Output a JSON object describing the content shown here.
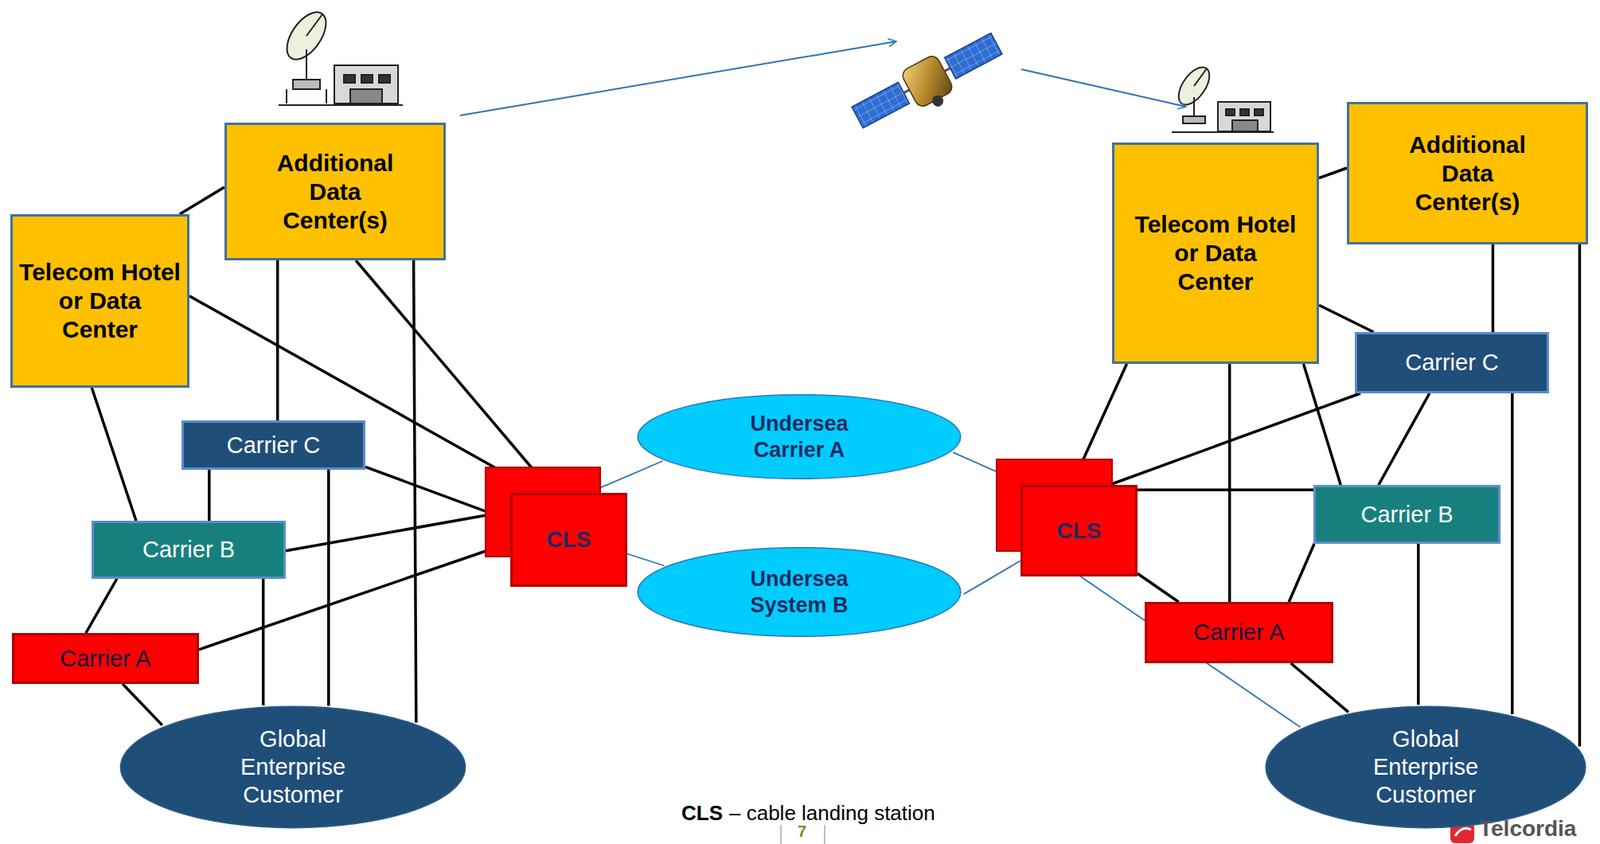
{
  "diagram": {
    "nodes": [
      {
        "text": [
          "Additional Data Center(s)"
        ]
      },
      {
        "text": [
          "Telecom Hotel or Data Center"
        ]
      },
      {
        "text": [
          "Carrier C"
        ]
      },
      {
        "text": [
          "Carrier B"
        ]
      },
      {
        "text": [
          "Carrier A"
        ]
      },
      {
        "text": [
          "Global Enterprise Customer"
        ]
      },
      {
        "text": [
          "CLS"
        ]
      },
      {
        "text": [
          "Undersea Carrier A"
        ]
      },
      {
        "text": [
          "Undersea System B"
        ]
      },
      {
        "text": [
          "Telecom Hotel or Data Center"
        ]
      },
      {
        "text": [
          "Additional Data Center(s)"
        ]
      },
      {
        "text": [
          "CLS"
        ]
      },
      {
        "text": [
          "Carrier C"
        ]
      },
      {
        "text": [
          "Carrier B"
        ]
      },
      {
        "text": [
          "Carrier A"
        ]
      },
      {
        "text": [
          "Global Enterprise Customer"
        ]
      }
    ],
    "edges": [
      {
        "from": 0,
        "to": 1,
        "arrow": "none"
      },
      {
        "from": 1,
        "to": 3,
        "arrow": "none"
      },
      {
        "from": 1,
        "to": 6,
        "arrow": "none"
      },
      {
        "from": 0,
        "to": 2,
        "arrow": "none"
      },
      {
        "from": 0,
        "to": 6,
        "arrow": "none"
      },
      {
        "from": 0,
        "to": 5,
        "arrow": "none"
      },
      {
        "from": 2,
        "to": 6,
        "arrow": "none"
      },
      {
        "from": 2,
        "to": 3,
        "arrow": "none"
      },
      {
        "from": 2,
        "to": 5,
        "arrow": "none"
      },
      {
        "from": 3,
        "to": 6,
        "arrow": "none"
      },
      {
        "from": 3,
        "to": 4,
        "arrow": "none"
      },
      {
        "from": 3,
        "to": 5,
        "arrow": "none"
      },
      {
        "from": 4,
        "to": 6,
        "arrow": "none"
      },
      {
        "from": 4,
        "to": 5,
        "arrow": "none"
      },
      {
        "from": 6,
        "to": 7,
        "arrow": "none"
      },
      {
        "from": 6,
        "to": 8,
        "arrow": "none"
      },
      {
        "from": 7,
        "to": 11,
        "arrow": "none"
      },
      {
        "from": 8,
        "to": 11,
        "arrow": "none"
      },
      {
        "from": 9,
        "to": 10,
        "arrow": "none"
      },
      {
        "from": 9,
        "to": 11,
        "arrow": "none"
      },
      {
        "from": 9,
        "to": 14,
        "arrow": "none"
      },
      {
        "from": 9,
        "to": 13,
        "arrow": "none"
      },
      {
        "from": 9,
        "to": 12,
        "arrow": "none"
      },
      {
        "from": 10,
        "to": 12,
        "arrow": "none"
      },
      {
        "from": 10,
        "to": 15,
        "arrow": "none"
      },
      {
        "from": 11,
        "to": 12,
        "arrow": "none"
      },
      {
        "from": 11,
        "to": 13,
        "arrow": "none"
      },
      {
        "from": 11,
        "to": 14,
        "arrow": "none"
      },
      {
        "from": 12,
        "to": 13,
        "arrow": "none"
      },
      {
        "from": 12,
        "to": 15,
        "arrow": "none"
      },
      {
        "from": 13,
        "to": 14,
        "arrow": "none"
      },
      {
        "from": 13,
        "to": 15,
        "arrow": "none"
      },
      {
        "from": 14,
        "to": 15,
        "arrow": "none"
      },
      {
        "from": 11,
        "to": 15,
        "arrow": "none"
      }
    ],
    "labels": [
      "CLS",
      "– cable landing station",
      "7",
      "Telcordia"
    ]
  }
}
